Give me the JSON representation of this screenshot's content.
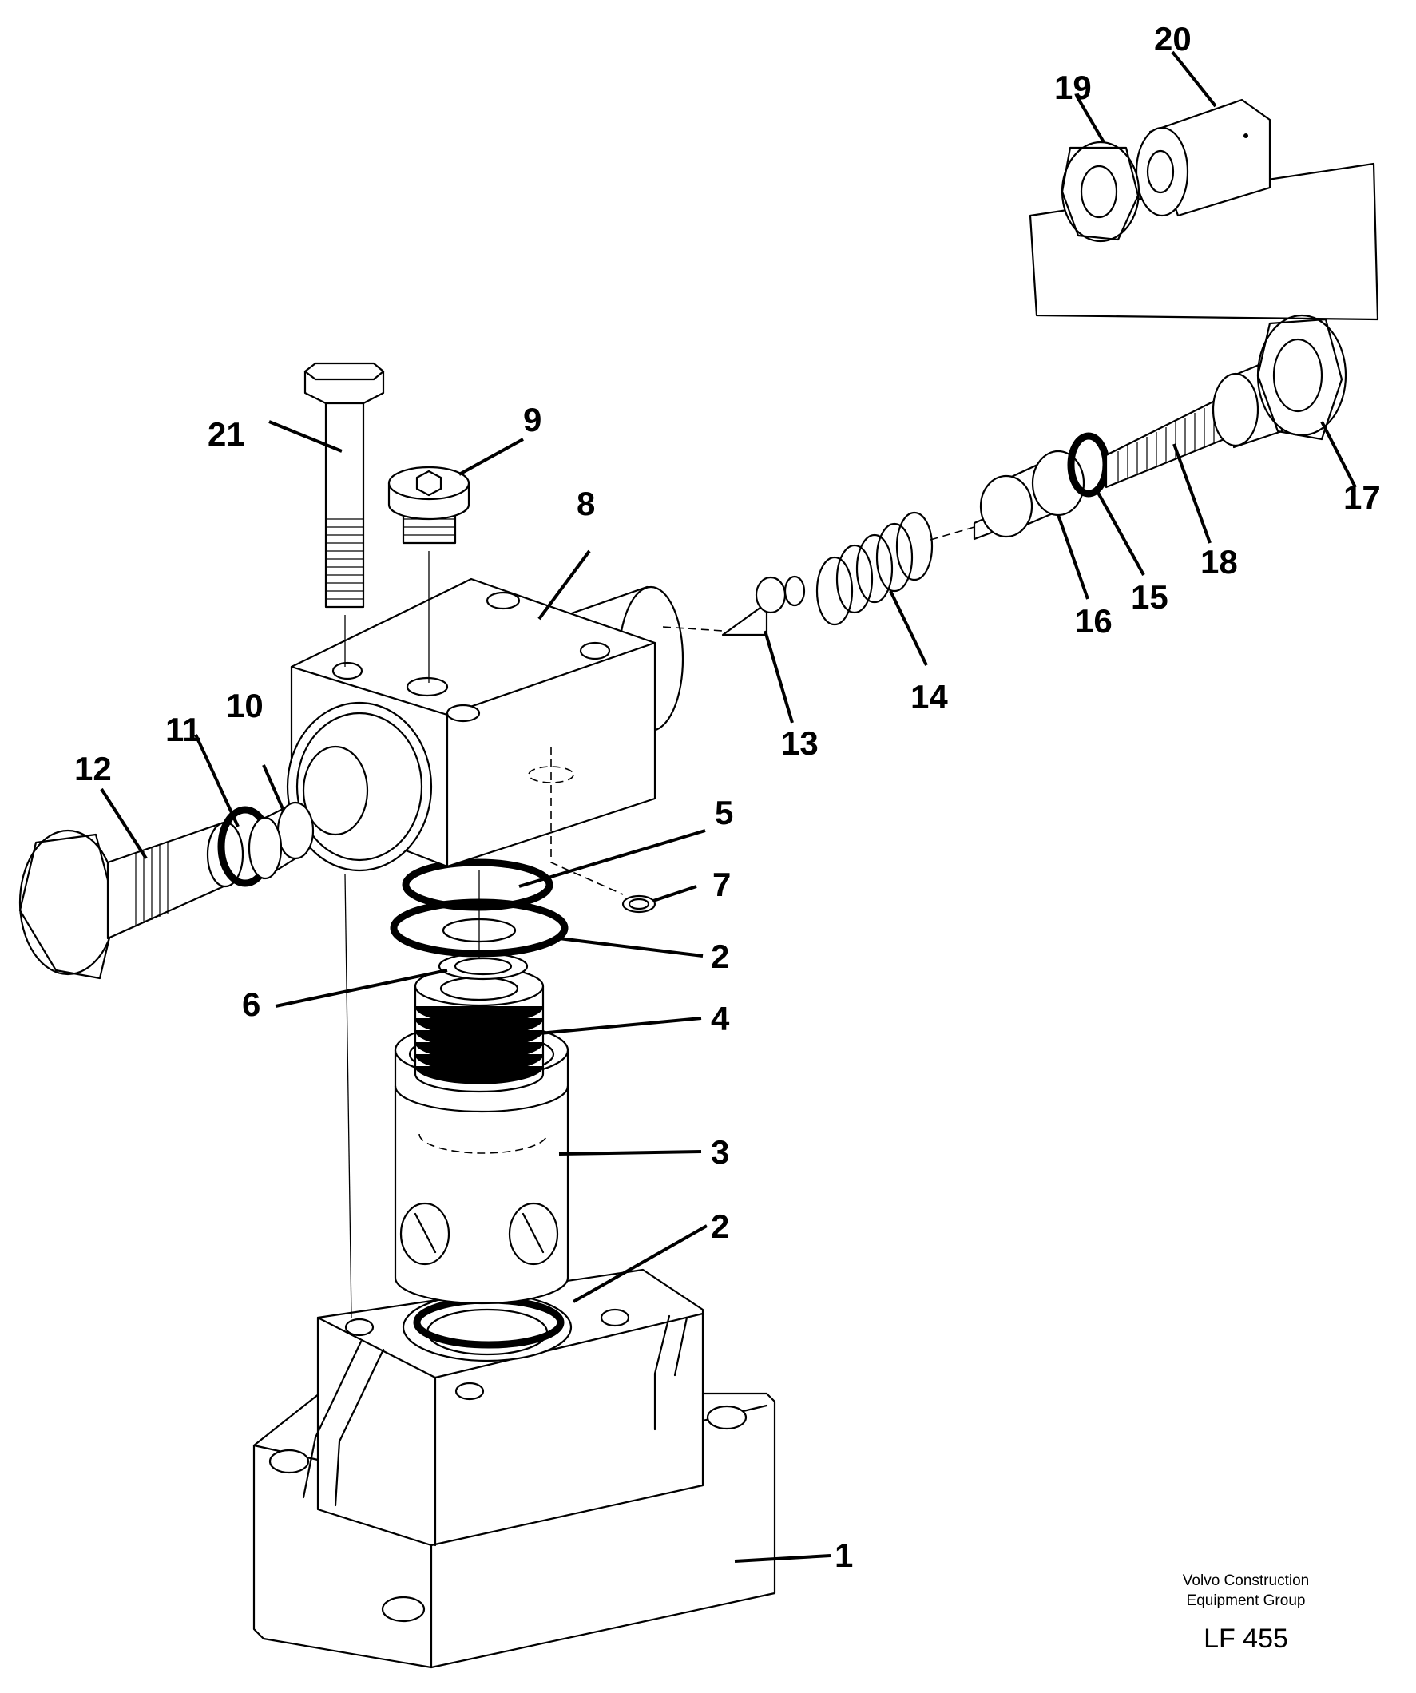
{
  "parts": [
    {
      "id": "1",
      "label": "1"
    },
    {
      "id": "2a",
      "label": "2"
    },
    {
      "id": "2b",
      "label": "2"
    },
    {
      "id": "3",
      "label": "3"
    },
    {
      "id": "4",
      "label": "4"
    },
    {
      "id": "5",
      "label": "5"
    },
    {
      "id": "6",
      "label": "6"
    },
    {
      "id": "7",
      "label": "7"
    },
    {
      "id": "8",
      "label": "8"
    },
    {
      "id": "9",
      "label": "9"
    },
    {
      "id": "10",
      "label": "10"
    },
    {
      "id": "11",
      "label": "11"
    },
    {
      "id": "12",
      "label": "12"
    },
    {
      "id": "13",
      "label": "13"
    },
    {
      "id": "14",
      "label": "14"
    },
    {
      "id": "15",
      "label": "15"
    },
    {
      "id": "16",
      "label": "16"
    },
    {
      "id": "17",
      "label": "17"
    },
    {
      "id": "18",
      "label": "18"
    },
    {
      "id": "19",
      "label": "19"
    },
    {
      "id": "20",
      "label": "20"
    },
    {
      "id": "21",
      "label": "21"
    }
  ],
  "footer": {
    "company_line1": "Volvo Construction",
    "company_line2": "Equipment Group",
    "drawing_code": "LF 455"
  }
}
